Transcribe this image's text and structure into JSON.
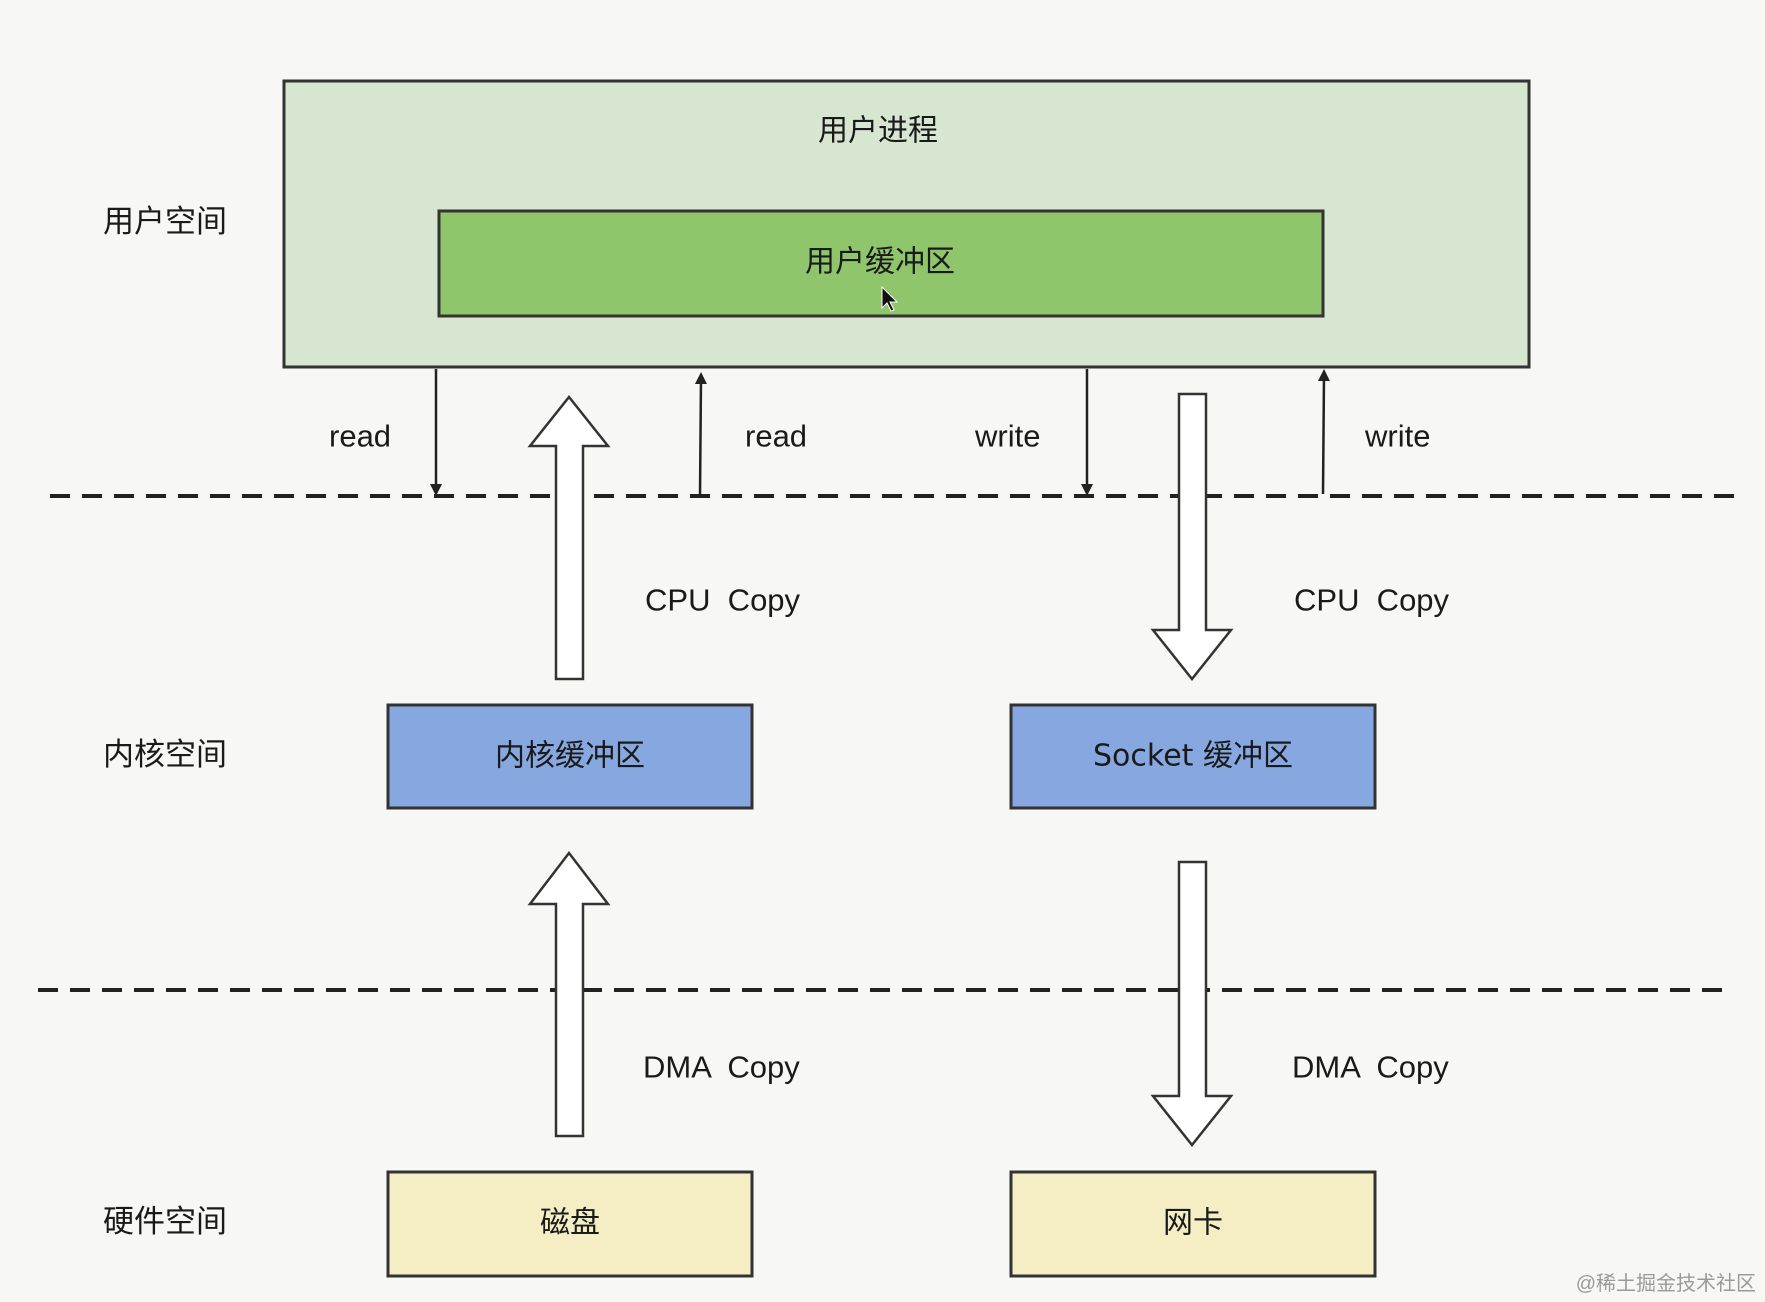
{
  "zones": {
    "user_space": "用户空间",
    "kernel_space": "内核空间",
    "hardware_space": "硬件空间"
  },
  "boxes": {
    "user_process": "用户进程",
    "user_buffer": "用户缓冲区",
    "kernel_buffer": "内核缓冲区",
    "socket_buffer": "Socket 缓冲区",
    "disk": "磁盘",
    "nic": "网卡"
  },
  "calls": {
    "read_call": "read",
    "read_return": "read",
    "write_call": "write",
    "write_return": "write"
  },
  "copies": {
    "cpu_copy_left": "CPU  Copy",
    "cpu_copy_right": "CPU  Copy",
    "dma_copy_left": "DMA  Copy",
    "dma_copy_right": "DMA  Copy"
  },
  "watermark": "@稀土掘金技术社区",
  "colors": {
    "user_process_fill": "#d6e6d0",
    "user_buffer_fill": "#8fc56b",
    "kernel_fill": "#86a7e0",
    "hardware_fill": "#f5eec4",
    "border": "#222222"
  }
}
